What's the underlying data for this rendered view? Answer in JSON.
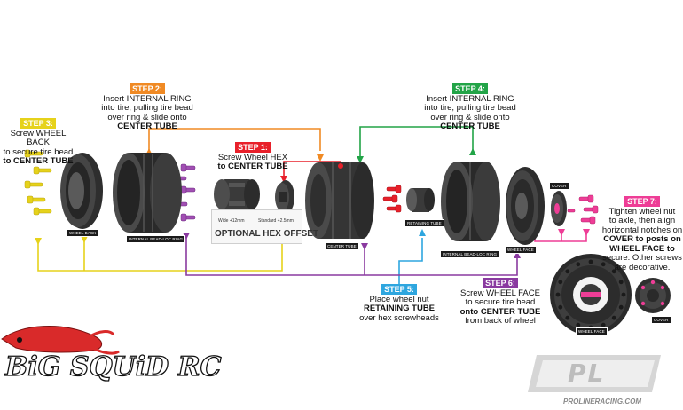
{
  "colors": {
    "step3": "#e6d21b",
    "step2": "#f08a24",
    "step1": "#e8202a",
    "step4": "#22a447",
    "step5": "#2ea6df",
    "step6": "#8a3aa0",
    "step7": "#ee3d96",
    "hardware_dark": "#232323",
    "hardware_mid": "#3a3a3a"
  },
  "steps": {
    "step3": {
      "badge": "STEP 3:",
      "lines": [
        "Screw WHEEL BACK",
        "to secure tire bead",
        "to CENTER TUBE"
      ]
    },
    "step2": {
      "badge": "STEP 2:",
      "lines": [
        "Insert INTERNAL RING",
        "into tire, pulling tire bead",
        "over ring & slide onto",
        "CENTER TUBE"
      ]
    },
    "step1": {
      "badge": "STEP 1:",
      "lines": [
        "Screw Wheel HEX",
        "to CENTER TUBE"
      ]
    },
    "step4": {
      "badge": "STEP 4:",
      "lines": [
        "Insert INTERNAL RING",
        "into tire, pulling tire bead",
        "over ring & slide onto",
        "CENTER TUBE"
      ]
    },
    "step5": {
      "badge": "STEP 5:",
      "lines": [
        "Place wheel nut",
        "RETAINING TUBE",
        "over hex screwheads"
      ]
    },
    "step6": {
      "badge": "STEP 6:",
      "lines": [
        "Screw WHEEL FACE",
        "to secure tire bead",
        "onto CENTER TUBE",
        "from back of wheel"
      ]
    },
    "step7": {
      "badge": "STEP 7:",
      "lines": [
        "Tighten wheel nut",
        "to axle, then align",
        "horizontal notches on",
        "COVER to posts on",
        "WHEEL FACE to",
        "secure. Other screws",
        "are decorative."
      ]
    }
  },
  "parts": {
    "wheel_back": "WHEEL BACK",
    "ring_left": "INTERNAL BEAD-LOC RING",
    "center_tube": "CENTER TUBE",
    "retaining_tube": "RETAINING TUBE",
    "ring_right": "INTERNAL BEAD-LOC RING",
    "wheel_face": "WHEEL FACE",
    "cover": "COVER",
    "wheel_face_2": "WHEEL FACE",
    "cover_2": "COVER"
  },
  "hex_option": {
    "wide": "Wide +12mm",
    "standard": "Standard +2.5mm",
    "title": "OPTIONAL HEX OFFSET"
  },
  "logos": {
    "bigsquid": "BiG SQUiD RC",
    "proline_mark": "PL",
    "proline_site": "PROLINERACING.COM"
  }
}
